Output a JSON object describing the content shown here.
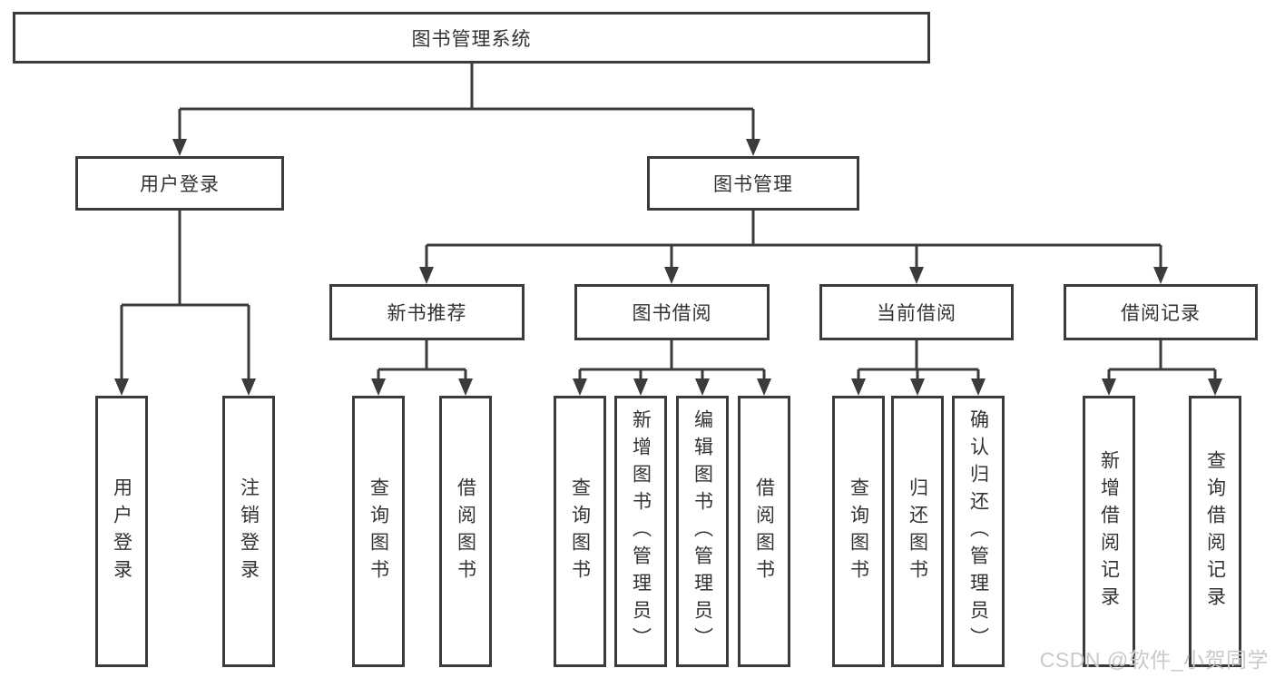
{
  "diagram": {
    "type": "hierarchy-tree",
    "background": "#ffffff",
    "line_color": "#3b3b3b",
    "text_color": "#333333",
    "watermark_color": "#c7c9cd"
  },
  "tree": {
    "label": "图书管理系统",
    "children": [
      {
        "label": "用户登录",
        "children": [
          {
            "label": "用户登录"
          },
          {
            "label": "注销登录"
          }
        ]
      },
      {
        "label": "图书管理",
        "children": [
          {
            "label": "新书推荐",
            "children": [
              {
                "label": "查询图书"
              },
              {
                "label": "借阅图书"
              }
            ]
          },
          {
            "label": "图书借阅",
            "children": [
              {
                "label": "查询图书"
              },
              {
                "label": "新增图书（管理员）"
              },
              {
                "label": "编辑图书（管理员）"
              },
              {
                "label": "借阅图书"
              }
            ]
          },
          {
            "label": "当前借阅",
            "children": [
              {
                "label": "查询图书"
              },
              {
                "label": "归还图书"
              },
              {
                "label": "确认归还（管理员）"
              }
            ]
          },
          {
            "label": "借阅记录",
            "children": [
              {
                "label": "新增借阅记录"
              },
              {
                "label": "查询借阅记录"
              }
            ]
          }
        ]
      }
    ]
  },
  "watermark": {
    "text": "CSDN @软件_小贺同学"
  }
}
